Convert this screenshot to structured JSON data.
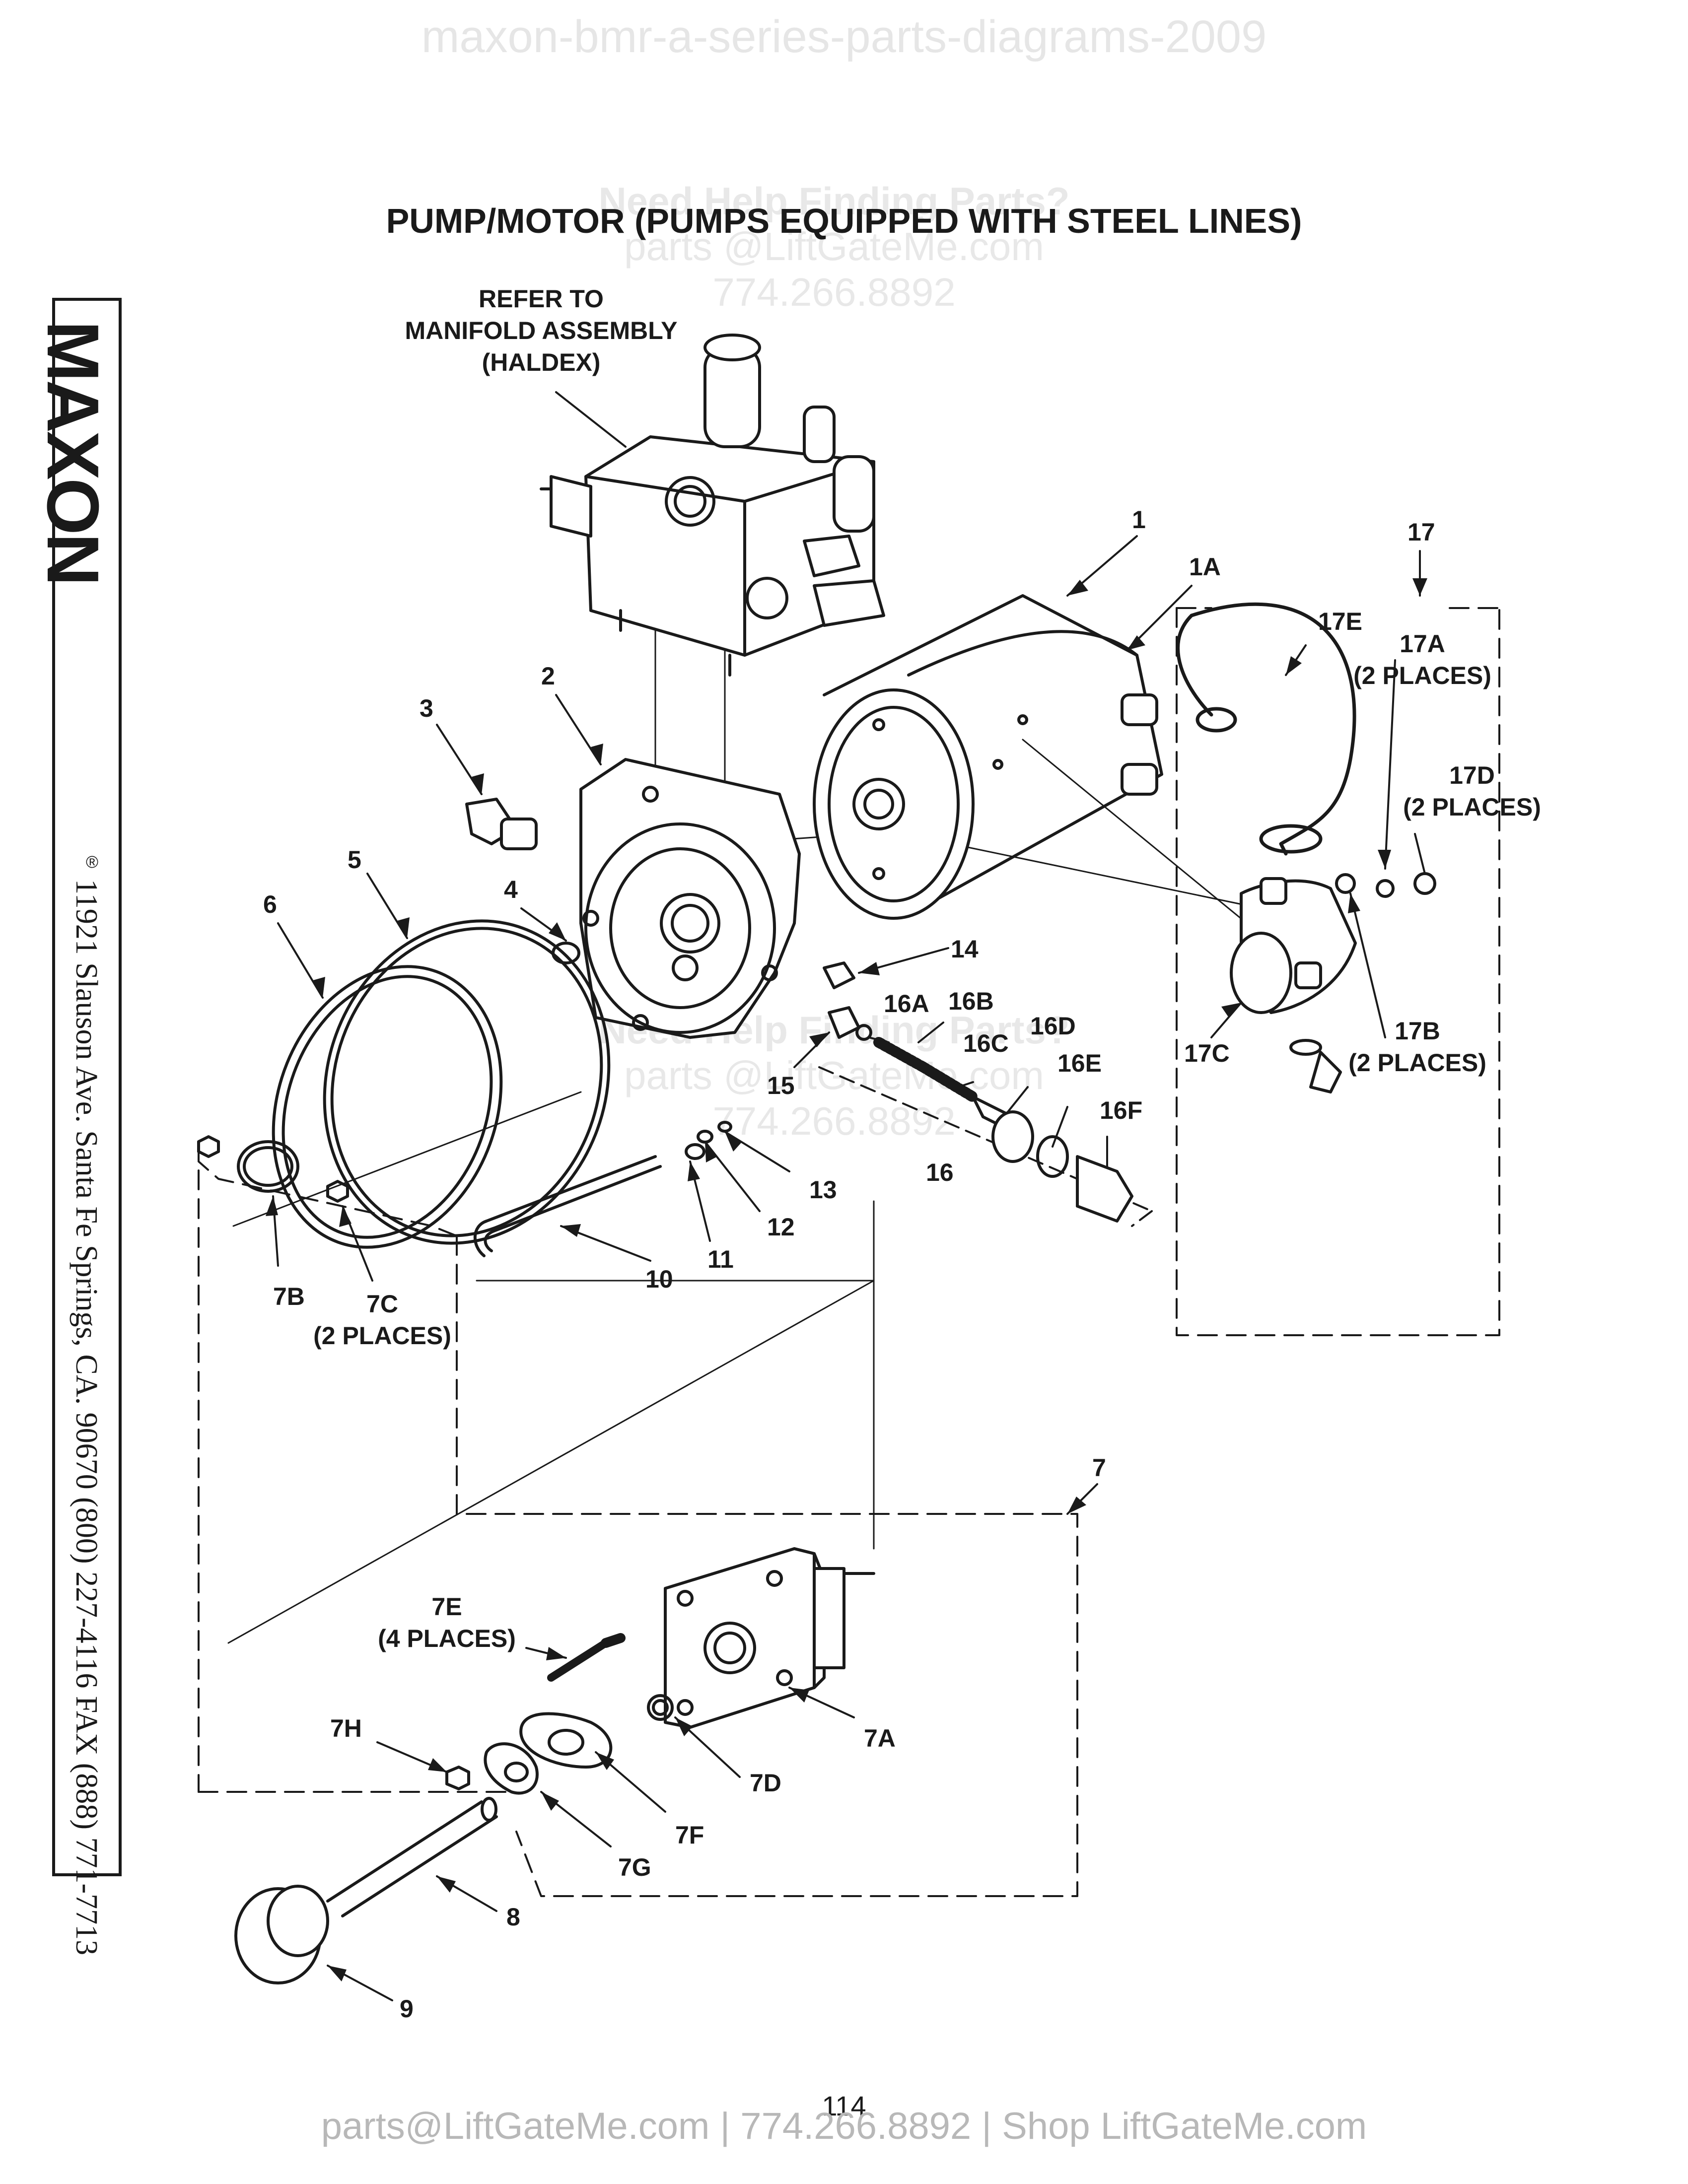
{
  "watermark_top": "maxon-bmr-a-series-parts-diagrams-2009",
  "watermark_blocks": [
    {
      "line1": "Need Help Finding Parts?",
      "line2": "parts @LiftGateMe.com",
      "line3": "774.266.8892"
    },
    {
      "line1": "Need Help Finding Parts?",
      "line2": "parts @LiftGateMe.com",
      "line3": "774.266.8892"
    }
  ],
  "title": "PUMP/MOTOR (PUMPS EQUIPPED WITH STEEL LINES)",
  "sidebar": {
    "brand": "MAXON",
    "registered": "®",
    "address": "11921 Slauson Ave.  Santa Fe Springs, CA.  90670  (800) 227-4116  FAX (888) 771-7713"
  },
  "callouts": {
    "manifold": {
      "l1": "REFER TO",
      "l2": "MANIFOLD ASSEMBLY",
      "l3": "(HALDEX)"
    },
    "c1": "1",
    "c1A": "1A",
    "c2": "2",
    "c3": "3",
    "c4": "4",
    "c5": "5",
    "c6": "6",
    "c7": "7",
    "c7A": "7A",
    "c7B": "7B",
    "c7C": "7C",
    "c7C_note": "(2 PLACES)",
    "c7D": "7D",
    "c7E": "7E",
    "c7E_note": "(4 PLACES)",
    "c7F": "7F",
    "c7G": "7G",
    "c7H": "7H",
    "c8": "8",
    "c9": "9",
    "c10": "10",
    "c11": "11",
    "c12": "12",
    "c13": "13",
    "c14": "14",
    "c15": "15",
    "c16": "16",
    "c16A": "16A",
    "c16B": "16B",
    "c16C": "16C",
    "c16D": "16D",
    "c16E": "16E",
    "c16F": "16F",
    "c17": "17",
    "c17A": "17A",
    "c17A_note": "(2 PLACES)",
    "c17B": "17B",
    "c17B_note": "(2 PLACES)",
    "c17C": "17C",
    "c17D": "17D",
    "c17D_note": "(2 PLACES)",
    "c17E": "17E"
  },
  "page_number": "114",
  "footer": "parts@LiftGateMe.com | 774.266.8892 | Shop LiftGateMe.com"
}
